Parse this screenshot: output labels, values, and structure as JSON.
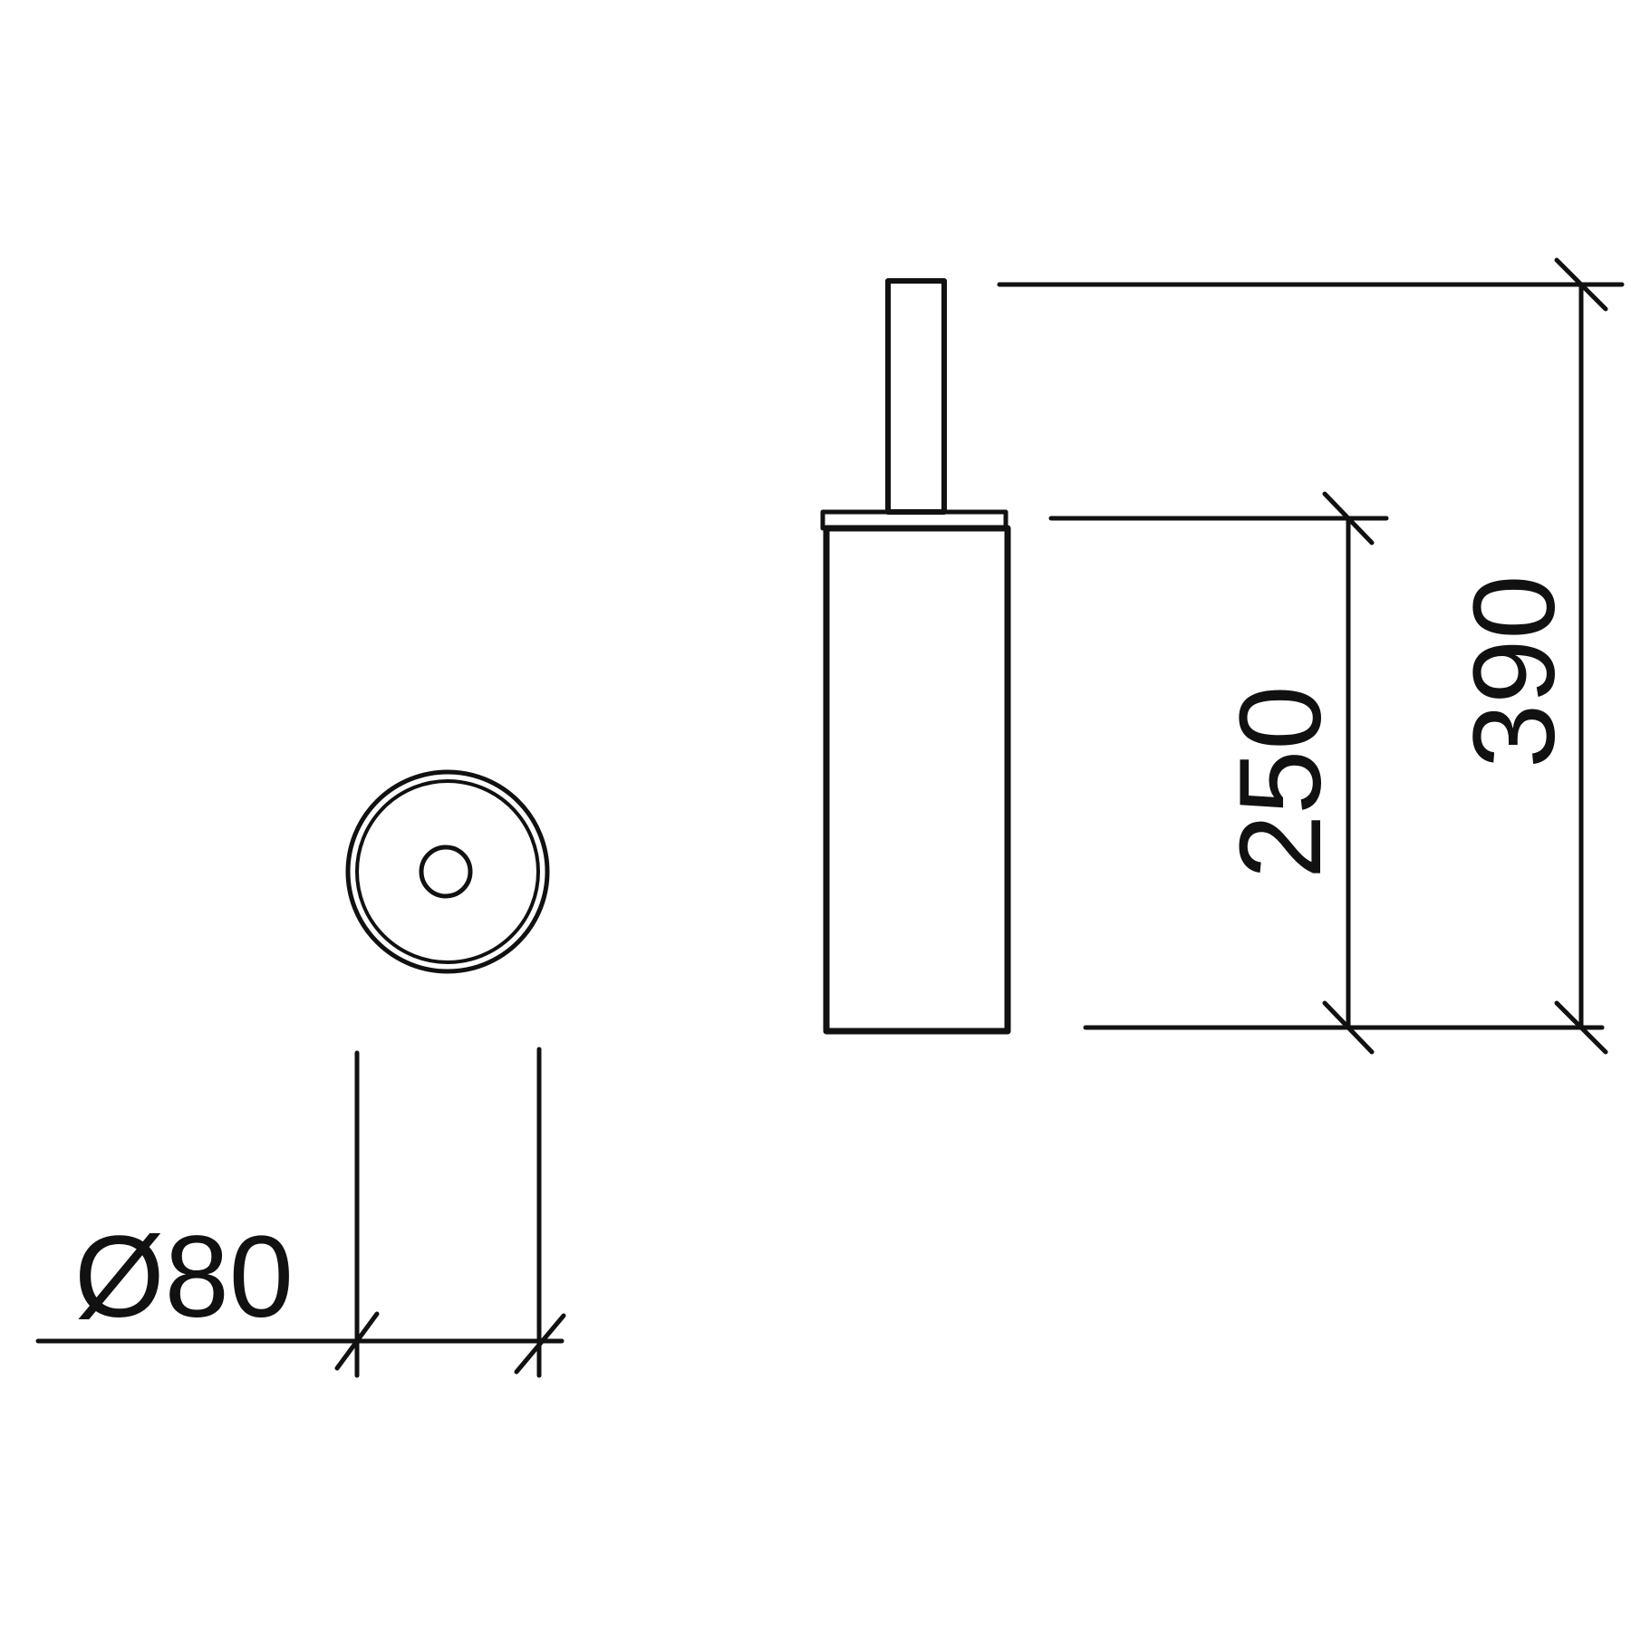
{
  "drawing": {
    "ink_color": "#111111",
    "background": "#ffffff"
  },
  "dimensions": {
    "diameter_label": "Ø80",
    "body_height_label": "250",
    "total_height_label": "390"
  }
}
